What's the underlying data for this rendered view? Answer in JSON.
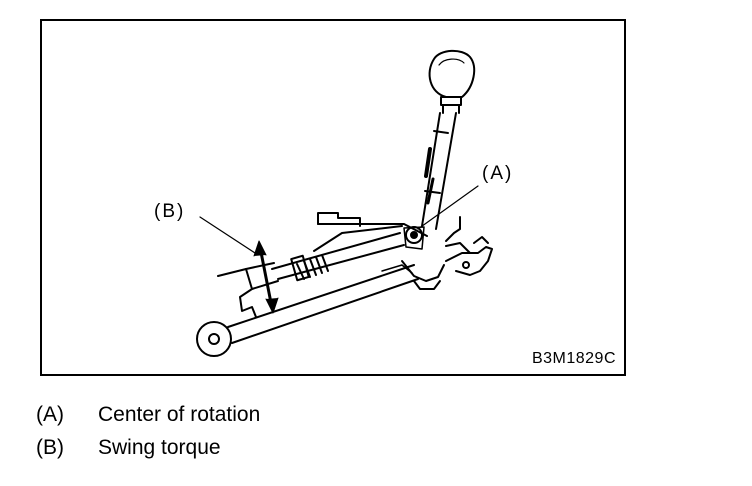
{
  "figure": {
    "code": "B3M1829C",
    "callouts": {
      "a": "(A)",
      "b": "(B)"
    }
  },
  "legend": {
    "items": [
      {
        "key": "(A)",
        "text": "Center of rotation"
      },
      {
        "key": "(B)",
        "text": "Swing torque"
      }
    ]
  }
}
